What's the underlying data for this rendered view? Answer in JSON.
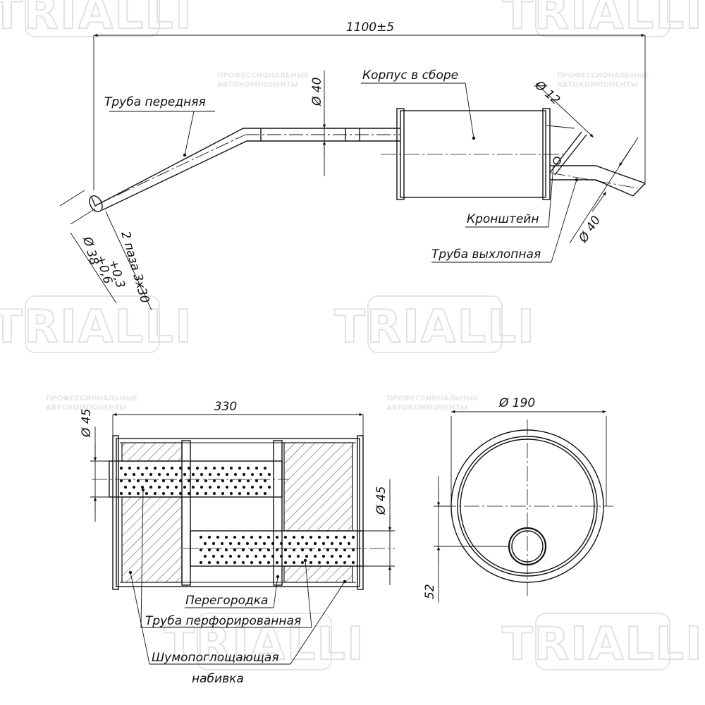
{
  "watermark": {
    "brand": "TRIALLI",
    "tagline_1": "ПРОФЕССИОНАЛЬНЫЕ",
    "tagline_2": "АВТОКОМПОНЕНТЫ"
  },
  "top_view": {
    "overall_length": "1100±5",
    "front_pipe_label": "Труба передняя",
    "front_pipe_diameter": "Ø 40",
    "body_label": "Корпус в сборе",
    "bracket_rod_diameter": "Ø 12",
    "bracket_label": "Кронштейн",
    "exhaust_pipe_label": "Труба выхлопная",
    "exhaust_pipe_diameter": "Ø 40",
    "inlet_diameter": "Ø 38",
    "inlet_tol_upper": "+0,6",
    "inlet_tol_lower": "+0,3",
    "slots": "2 паза 3x30"
  },
  "section_view": {
    "body_length": "330",
    "inlet_diameter": "Ø 45",
    "outlet_diameter": "Ø 45",
    "partition_label": "Перегородка",
    "perforated_pipe_label": "Труба перфорированная",
    "packing_label_1": "Шумопоглощающая",
    "packing_label_2": "набивка"
  },
  "end_view": {
    "body_diameter": "Ø 190",
    "offset": "52"
  }
}
